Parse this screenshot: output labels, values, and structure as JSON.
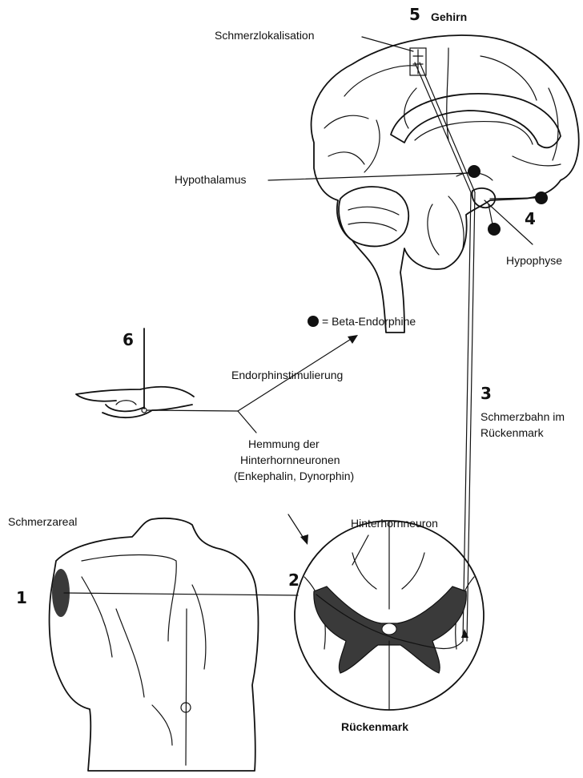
{
  "labels": {
    "brain": "Gehirn",
    "pain_localization": "Schmerzlokalisation",
    "hypothalamus": "Hypothalamus",
    "pituitary": "Hypophyse",
    "legend": "= Beta-Endorphine",
    "endorphin_stimulation": "Endorphinstimulierung",
    "inhibition": [
      "Hemmung der",
      "Hinterhornneuronen",
      "(Enkephalin, Dynorphin)"
    ],
    "pain_pathway": [
      "Schmerzbahn im",
      "Rückenmark"
    ],
    "dorsal_horn_neuron": "Hinterhornneuron",
    "pain_area": "Schmerzareal",
    "spinal_cord": "Rückenmark"
  },
  "numbers": {
    "n1": "1",
    "n2": "2",
    "n3": "3",
    "n4": "4",
    "n5": "5",
    "n6": "6"
  },
  "colors": {
    "ink": "#111111",
    "fill_dark": "#3a3a3a",
    "background": "#ffffff"
  }
}
